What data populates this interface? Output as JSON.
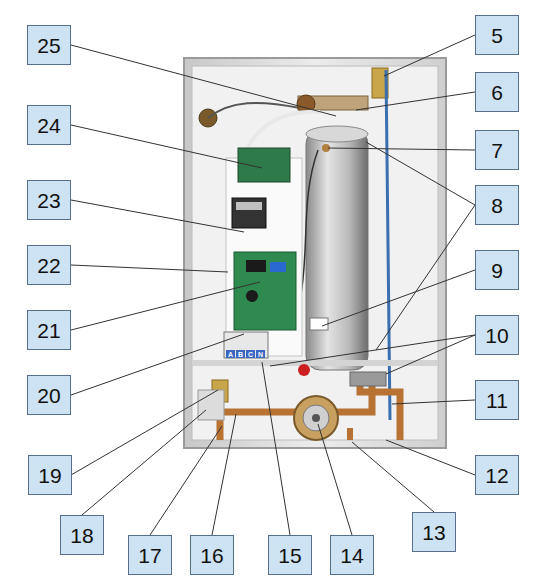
{
  "diagram": {
    "nodes": [
      {
        "text": [
          "25"
        ]
      },
      {
        "text": [
          "5"
        ]
      },
      {
        "text": [
          "24"
        ]
      },
      {
        "text": [
          "6"
        ]
      },
      {
        "text": [
          "7"
        ]
      },
      {
        "text": [
          "23"
        ]
      },
      {
        "text": [
          "8"
        ]
      },
      {
        "text": [
          "22"
        ]
      },
      {
        "text": [
          "9"
        ]
      },
      {
        "text": [
          "21"
        ]
      },
      {
        "text": [
          "10"
        ]
      },
      {
        "text": [
          "20"
        ]
      },
      {
        "text": [
          "11"
        ]
      },
      {
        "text": [
          "19"
        ]
      },
      {
        "text": [
          "12"
        ]
      },
      {
        "text": [
          "18"
        ]
      },
      {
        "text": [
          "13"
        ]
      },
      {
        "text": [
          "17"
        ]
      },
      {
        "text": [
          "16"
        ]
      },
      {
        "text": [
          "15"
        ]
      },
      {
        "text": [
          "14"
        ]
      }
    ],
    "labels": [
      "A",
      "B",
      "C",
      "N"
    ]
  }
}
